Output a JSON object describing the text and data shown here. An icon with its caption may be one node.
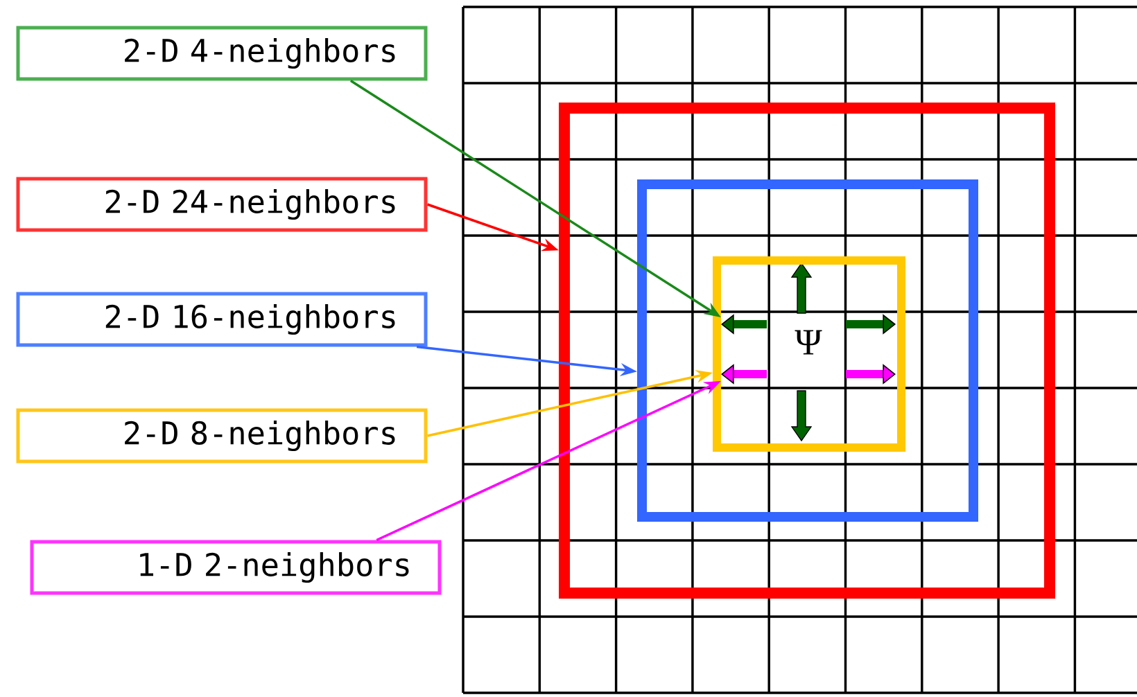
{
  "diagram": {
    "nodes": [
      {
        "text": [
          "2-D 4-neighbors"
        ]
      },
      {
        "text": [
          "2-D 24-neighbors"
        ]
      },
      {
        "text": [
          "2-D 16-neighbors"
        ]
      },
      {
        "text": [
          "2-D 8-neighbors"
        ]
      },
      {
        "text": [
          "1-D 2-neighbors"
        ]
      },
      {
        "text": [],
        "shape": "box"
      },
      {
        "text": [],
        "shape": "box",
        "in": 5
      },
      {
        "text": [],
        "shape": "box",
        "in": 6
      },
      {
        "text": [],
        "shape": "arrow",
        "in": 7
      },
      {
        "text": [],
        "shape": "arrow",
        "in": 7
      }
    ],
    "edges": [
      {
        "from": 0,
        "to": 8,
        "arrow": "to",
        "color": "#1a8a1a"
      },
      {
        "from": 1,
        "to": 5,
        "arrow": "to",
        "color": "#ff0000"
      },
      {
        "from": 2,
        "to": 6,
        "arrow": "to",
        "color": "#3366ff"
      },
      {
        "from": 3,
        "to": 7,
        "arrow": "to",
        "color": "#ffc000"
      },
      {
        "from": 4,
        "to": 9,
        "arrow": "to",
        "color": "#ff00ff"
      }
    ],
    "labels": [
      "Ψ"
    ]
  }
}
